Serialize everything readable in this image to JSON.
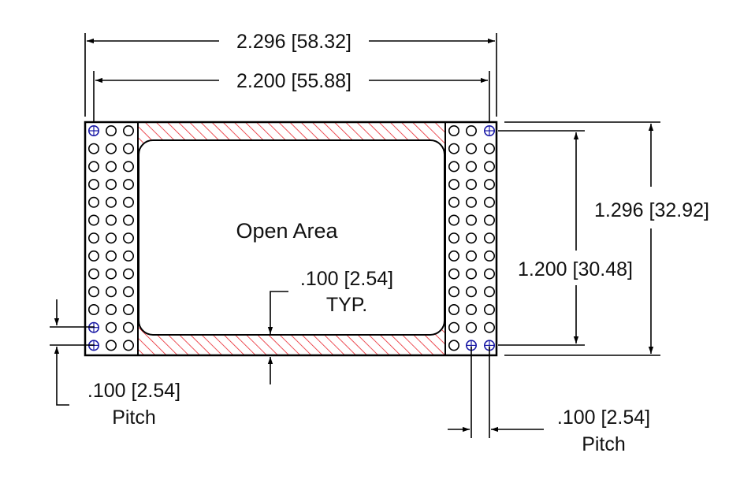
{
  "labels": {
    "overall_width": "2.296 [58.32]",
    "pin_span_width": "2.200 [55.88]",
    "overall_height": "1.296 [32.92]",
    "pin_span_height": "1.200 [30.48]",
    "open_area": "Open Area",
    "wall_thickness": ".100 [2.54]",
    "wall_typ": "TYP.",
    "pitch_left_value": ".100 [2.54]",
    "pitch_left_label": "Pitch",
    "pitch_right_value": ".100 [2.54]",
    "pitch_right_label": "Pitch"
  },
  "pin_grid": {
    "rows": 13,
    "columns_per_side": 3
  },
  "colors": {
    "outline": "#000000",
    "hatch": "#e8232b",
    "highlight_pin": "#1a1aa6"
  }
}
